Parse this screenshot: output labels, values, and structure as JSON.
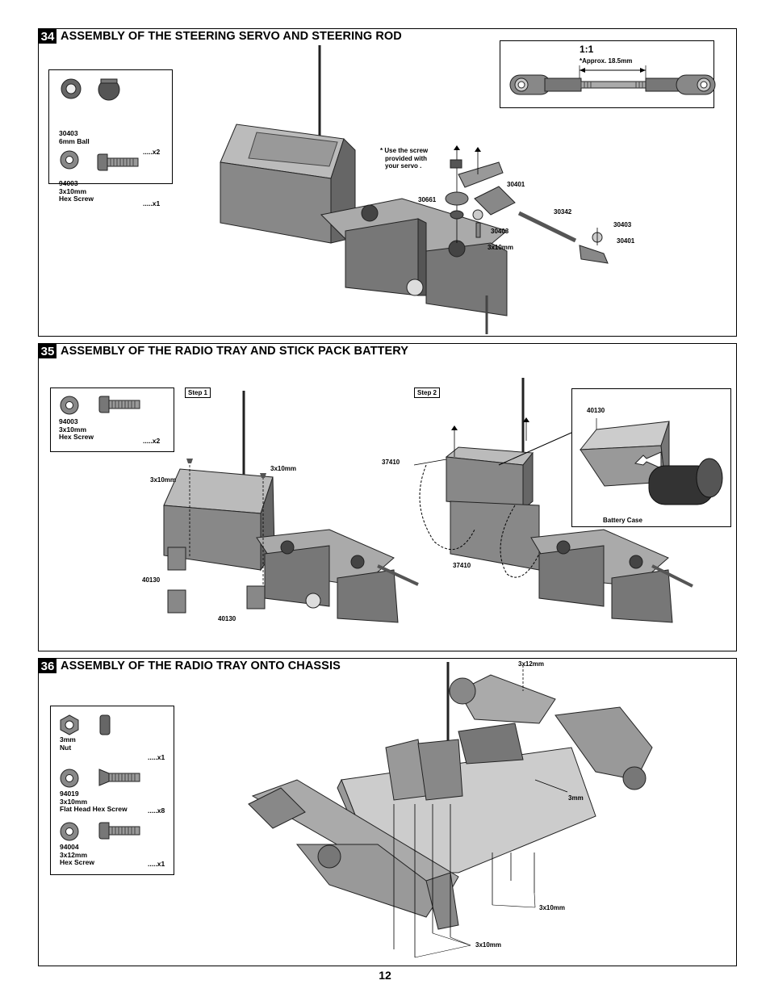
{
  "sections": [
    {
      "number": "34",
      "title": "ASSEMBLY OF THE STEERING SERVO AND STEERING ROD",
      "parts": [
        {
          "label_lines": [
            "30403",
            "6mm Ball"
          ],
          "qty": ".....x2",
          "icons": [
            "ball-washer-icon",
            "ball-icon"
          ]
        },
        {
          "label_lines": [
            "94003",
            "3x10mm",
            "Hex Screw"
          ],
          "qty": ".....x1",
          "icons": [
            "washer-icon",
            "hex-screw-icon"
          ]
        }
      ],
      "scale": "1:1",
      "approx": "*Approx. 18.5mm",
      "note_lines": [
        "* Use the screw",
        "provided with",
        "your servo ."
      ],
      "callouts": [
        "30661",
        "30401",
        "30342",
        "30403",
        "3x10mm",
        "30403",
        "30401"
      ]
    },
    {
      "number": "35",
      "title": "ASSEMBLY OF THE RADIO TRAY AND STICK PACK BATTERY",
      "parts": [
        {
          "label_lines": [
            "94003",
            "3x10mm",
            "Hex Screw"
          ],
          "qty": ".....x2",
          "icons": [
            "washer-icon",
            "hex-screw-icon"
          ]
        }
      ],
      "step1": "Step 1",
      "step2": "Step 2",
      "callouts": [
        "3x10mm",
        "3x10mm",
        "40130",
        "40130",
        "37410",
        "37410"
      ],
      "inset_code": "40130",
      "inset_caption": "Battery Case"
    },
    {
      "number": "36",
      "title": "ASSEMBLY OF THE RADIO TRAY ONTO CHASSIS",
      "parts": [
        {
          "label_lines": [
            "3mm",
            "Nut"
          ],
          "qty": ".....x1",
          "icons": [
            "nut-icon",
            "nut-side-icon"
          ]
        },
        {
          "label_lines": [
            "94019",
            "3x10mm",
            "Flat Head Hex Screw"
          ],
          "qty": ".....x8",
          "icons": [
            "washer-icon",
            "flat-screw-icon"
          ]
        },
        {
          "label_lines": [
            "94004",
            "3x12mm",
            "Hex Screw"
          ],
          "qty": ".....x1",
          "icons": [
            "washer-icon",
            "hex-screw-icon"
          ]
        }
      ],
      "callouts": [
        "3x12mm",
        "3mm",
        "3x10mm",
        "3x10mm"
      ]
    }
  ],
  "page_number": "12"
}
